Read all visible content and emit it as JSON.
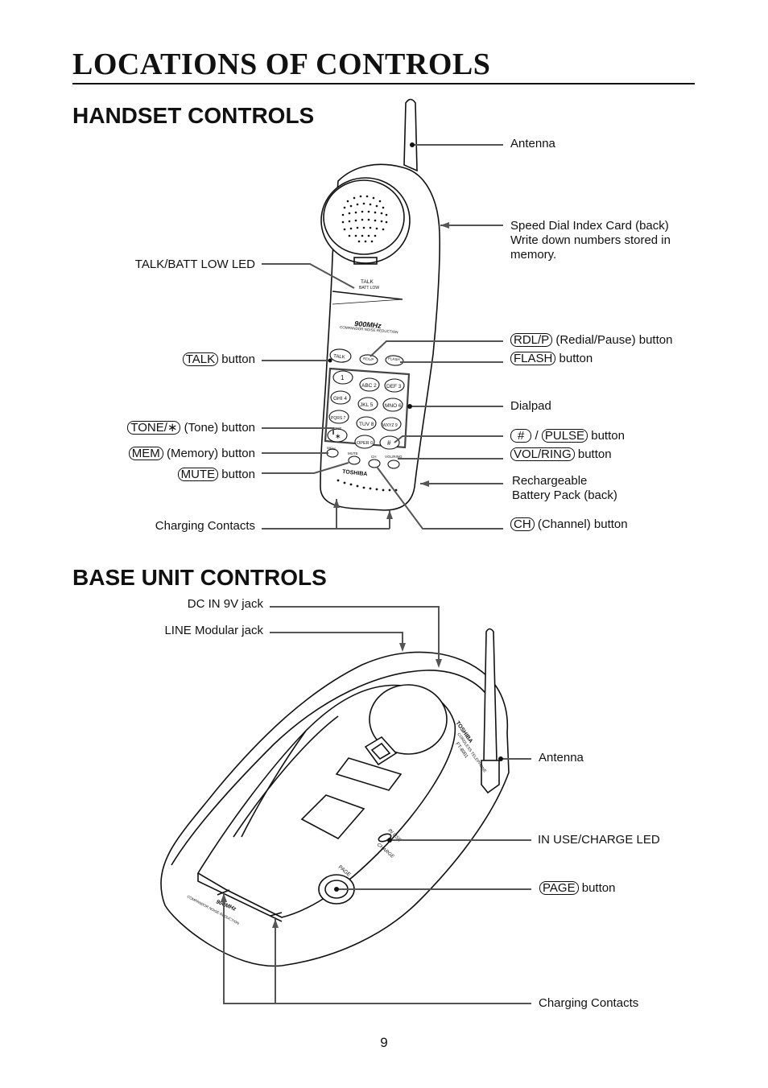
{
  "page": {
    "title": "LOCATIONS OF CONTROLS",
    "page_number": "9"
  },
  "handset": {
    "heading": "HANDSET CONTROLS",
    "labels": {
      "antenna": "Antenna",
      "speed_dial_1": "Speed Dial Index Card (back)",
      "speed_dial_2": "Write down numbers stored in",
      "speed_dial_3": "memory.",
      "talk_batt_led": "TALK/BATT LOW LED",
      "rdl_key": "RDL/P",
      "rdl_desc": "(Redial/Pause) button",
      "flash_key": "FLASH",
      "flash_desc": "button",
      "talk_key": "TALK",
      "talk_desc": "button",
      "dialpad": "Dialpad",
      "tone_key": "TONE/∗",
      "tone_desc": "(Tone) button",
      "hash_key": "#",
      "slash": "/",
      "pulse_key": "PULSE",
      "pulse_desc": "button",
      "mem_key": "MEM",
      "mem_desc": "(Memory) button",
      "volring_key": "VOL/RING",
      "volring_desc": "button",
      "mute_key": "MUTE",
      "mute_desc": "button",
      "battery_1": "Rechargeable",
      "battery_2": "Battery Pack (back)",
      "charging_contacts": "Charging Contacts",
      "ch_key": "CH",
      "ch_desc": "(Channel) button"
    },
    "device_print": {
      "talk_led_1": "TALK",
      "talk_led_2": "BATT LOW",
      "model": "900MHz",
      "noise_reduction": "COMPANDOR NOISE REDUCTION",
      "btn_talk": "TALK",
      "btn_rdlp": "RDL/P",
      "btn_flash": "FLASH",
      "key_1": "1",
      "key_2": "ABC 2",
      "key_3": "DEF 3",
      "key_4": "GHI 4",
      "key_5": "JKL 5",
      "key_6": "MNO 6",
      "key_7": "PQRS 7",
      "key_8": "TUV 8",
      "key_9": "WXYZ 9",
      "key_star": "∗",
      "key_0": "OPER 0",
      "key_hash": "#",
      "tone": "TONE",
      "btn_mem": "MEM",
      "btn_mute": "MUTE",
      "btn_ch": "CH",
      "btn_volring": "VOL/RING",
      "brand": "TOSHIBA"
    }
  },
  "base": {
    "heading": "BASE UNIT CONTROLS",
    "labels": {
      "dc_in": "DC IN 9V jack",
      "line_jack": "LINE Modular jack",
      "antenna": "Antenna",
      "in_use_led": "IN USE/CHARGE LED",
      "page_key": "PAGE",
      "page_desc": "button",
      "charging_contacts": "Charging Contacts"
    },
    "device_print": {
      "brand": "TOSHIBA",
      "cordless": "CORDLESS TELEPHONE",
      "model_no": "FT-8001",
      "in_use": "IN USE",
      "charge": "CHARGE",
      "page": "PAGE",
      "model": "900MHz",
      "noise_reduction": "COMPANDOR NOISE REDUCTION"
    }
  }
}
